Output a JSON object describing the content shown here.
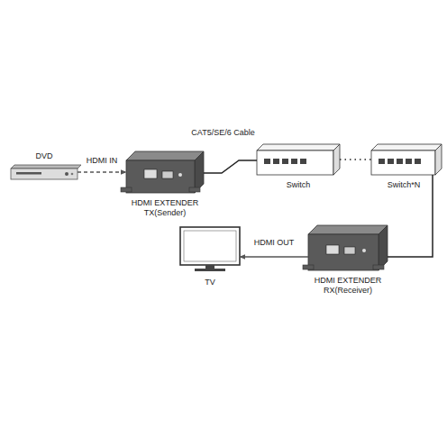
{
  "diagram": {
    "nodes": [
      {
        "text": [
          "DVD"
        ]
      },
      {
        "text": [
          "HDMI EXTENDER TX(Sender)"
        ]
      },
      {
        "text": [
          "Switch"
        ]
      },
      {
        "text": [
          "Switch*N"
        ]
      },
      {
        "text": [
          "HDMI EXTENDER RX(Receiver)"
        ]
      },
      {
        "text": [
          "TV"
        ]
      }
    ],
    "edges": [
      {
        "from": 0,
        "to": 1,
        "label": "HDMI IN",
        "arrow": "to"
      },
      {
        "from": 1,
        "to": 2,
        "label": "CAT5/SE/6 Cable",
        "arrow": "none"
      },
      {
        "from": 2,
        "to": 3,
        "arrow": "none"
      },
      {
        "from": 3,
        "to": 4,
        "arrow": "none"
      },
      {
        "from": 4,
        "to": 5,
        "label": "HDMI OUT",
        "arrow": "to"
      }
    ]
  }
}
